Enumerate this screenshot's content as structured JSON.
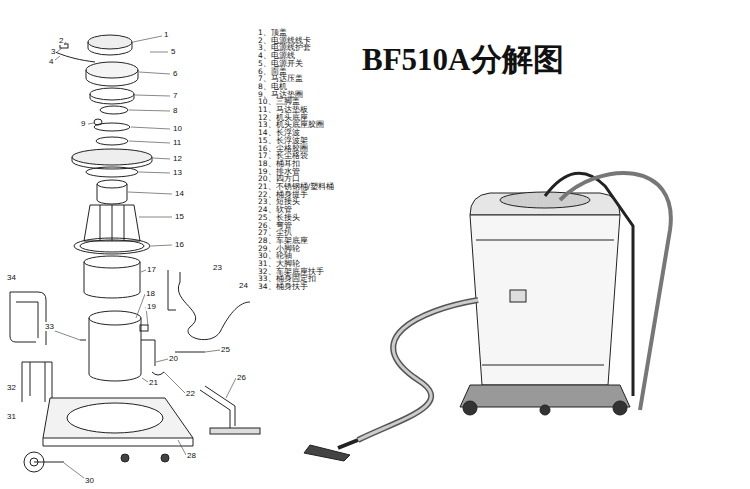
{
  "diagram": {
    "title": "BF510A分解图",
    "labels": [
      "1、顶盖",
      "2、电源线线卡",
      "3、电源线护套",
      "4、电源线",
      "5、电源开关",
      "6、面盖",
      "7、马达压盖",
      "8、电机",
      "9、马达垫圈",
      "10、三脚盖",
      "11、马达垫板",
      "12、机头底座",
      "13、机头底座胶圈",
      "14、长浮波",
      "15、长浮波架",
      "16、尘格胶圈",
      "17、长尘格袋",
      "18、桶耳扣",
      "19、排水管",
      "20、四方口",
      "21、不锈钢桶/塑料桶",
      "22、桶身提手",
      "23、短接头",
      "24、软管",
      "25、长接头",
      "26、弯管",
      "27、尘扒",
      "28、车架底座",
      "29、小脚轮",
      "30、轮轴",
      "31、大脚轮",
      "32、车架底座扶手",
      "33、桶身固定扣",
      "34、桶身扶手",
      "1",
      "2",
      "3",
      "5",
      "4",
      "6",
      "7",
      "8",
      "9",
      "10",
      "11",
      "12",
      "13",
      "14",
      "15",
      "16",
      "17",
      "23",
      "34",
      "24",
      "18",
      "19",
      "33",
      "20",
      "25",
      "21",
      "22",
      "26",
      "32",
      "31",
      "28",
      "30"
    ]
  }
}
